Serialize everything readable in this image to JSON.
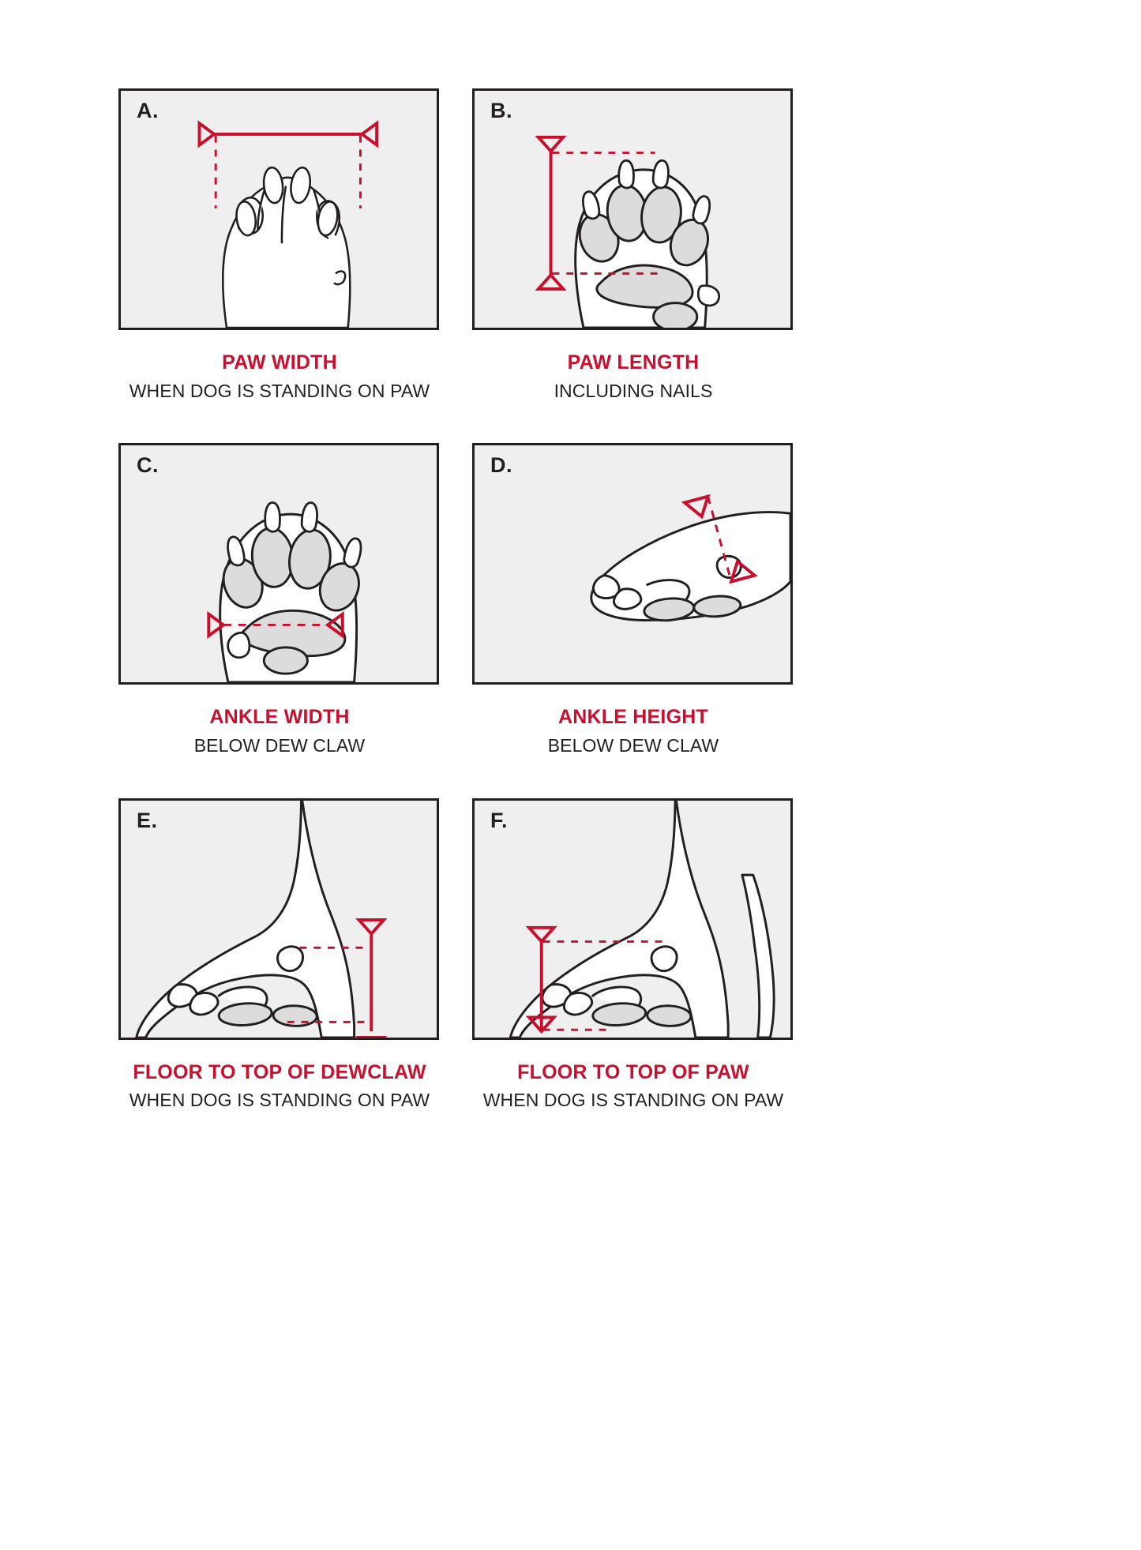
{
  "page": {
    "background_color": "#ffffff",
    "accent_color": "#c8102e",
    "ink_color": "#231f20",
    "panel_fill": "#efefef",
    "pad_fill": "#dcdcdc"
  },
  "panels": [
    {
      "letter": "A.",
      "title": "PAW WIDTH",
      "subtitle": "WHEN DOG IS STANDING ON PAW",
      "measurement": "horizontal-width-across-paw",
      "arrow_style": "solid-line-with-outward-triangles",
      "view": "front paw standing, top view of toes"
    },
    {
      "letter": "B.",
      "title": "PAW LENGTH",
      "subtitle": "INCLUDING NAILS",
      "measurement": "vertical-length-from-nail-tip-to-base-of-pad",
      "arrow_style": "solid-vertical-line-with-triangles-and-dashed-leaders",
      "view": "underside of paw with pads"
    },
    {
      "letter": "C.",
      "title": "ANKLE WIDTH",
      "subtitle": "BELOW DEW CLAW",
      "measurement": "horizontal-width-across-ankle",
      "arrow_style": "dashed-line-with-inward-triangles",
      "view": "underside of paw with pads and dew claw"
    },
    {
      "letter": "D.",
      "title": "ANKLE HEIGHT",
      "subtitle": "BELOW DEW CLAW",
      "measurement": "diagonal-height-across-ankle",
      "arrow_style": "dashed-diagonal-with-inward-triangles",
      "view": "side view of paw and lower leg"
    },
    {
      "letter": "E.",
      "title": "FLOOR TO TOP OF DEWCLAW",
      "subtitle": "WHEN DOG IS STANDING ON PAW",
      "measurement": "vertical-floor-to-dewclaw-height",
      "arrow_style": "solid-vertical-line-with-triangles-and-dashed-leaders",
      "view": "side view standing on paw, leg at right"
    },
    {
      "letter": "F.",
      "title": "FLOOR TO TOP OF PAW",
      "subtitle": "WHEN DOG IS STANDING ON PAW",
      "measurement": "vertical-floor-to-top-of-paw-height",
      "arrow_style": "solid-vertical-line-with-triangles-and-dashed-leaders",
      "view": "side view standing on paw, leg at right"
    }
  ]
}
